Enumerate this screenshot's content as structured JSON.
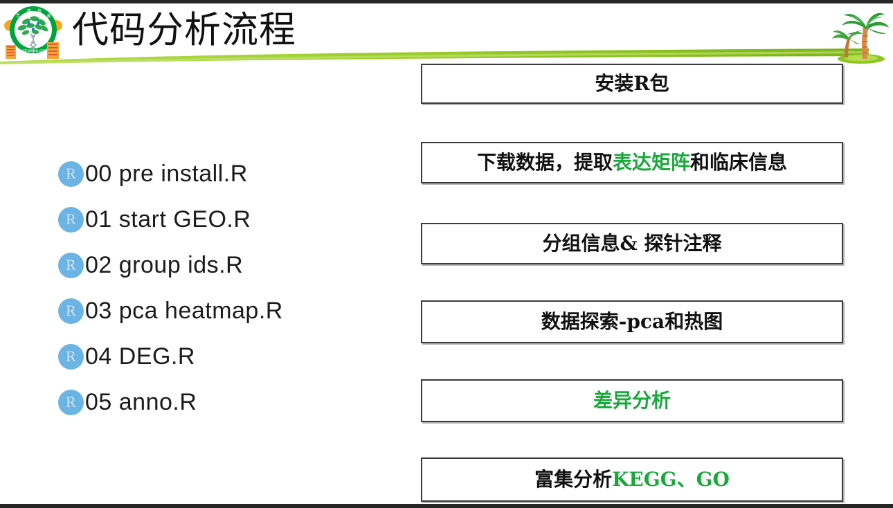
{
  "header": {
    "title": "代码分析流程",
    "logo_icon": "biotrainee-tree-logo",
    "logo_alt": "Biotrainee 生物技能树 logo",
    "decoration_icon": "palm-tree-icon",
    "divider_icon": "green-swoosh-divider"
  },
  "colors": {
    "accent_green": "#17a939",
    "swoosh_green": "#8cc425",
    "logo_green": "#00a43c",
    "r_icon_blue": "#6cb4e4",
    "box_border": "#3a3a3a",
    "edge_bar": "#262626",
    "title_text": "#111111"
  },
  "scripts": {
    "icon_letter": "R",
    "items": [
      {
        "icon": "r-script-icon",
        "label": "00 pre install.R"
      },
      {
        "icon": "r-script-icon",
        "label": "01 start GEO.R"
      },
      {
        "icon": "r-script-icon",
        "label": "02 group ids.R"
      },
      {
        "icon": "r-script-icon",
        "label": "03 pca heatmap.R"
      },
      {
        "icon": "r-script-icon",
        "label": "04 DEG.R"
      },
      {
        "icon": "r-script-icon",
        "label": "05 anno.R"
      }
    ]
  },
  "flow": {
    "steps": [
      {
        "text": "安装R包",
        "highlight": "",
        "all_green": false
      },
      {
        "text": "下载数据，提取表达矩阵和临床信息",
        "prefix": "下载数据，提取",
        "highlight": "表达矩阵",
        "suffix": "和临床信息",
        "all_green": false
      },
      {
        "text": "分组信息& 探针注释",
        "highlight": "",
        "all_green": false
      },
      {
        "text": "数据探索-pca和热图",
        "highlight": "",
        "all_green": false
      },
      {
        "text": "差异分析",
        "highlight": "",
        "all_green": true
      },
      {
        "text": "富集分析KEGG、GO",
        "prefix": "富集分析",
        "highlight": "KEGG、GO",
        "suffix": "",
        "all_green": false
      }
    ]
  }
}
